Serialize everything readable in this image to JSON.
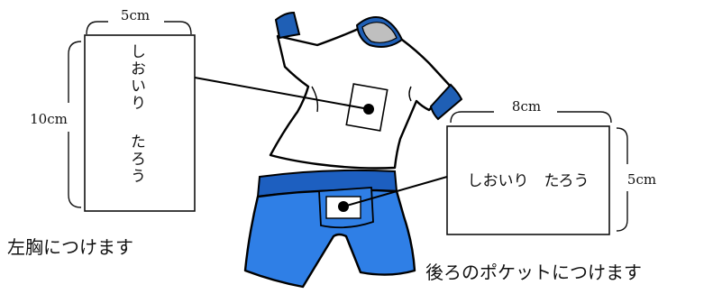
{
  "chest_tag": {
    "width_label": "5cm",
    "height_label": "10cm",
    "name_given": "しおいり",
    "name_family": "たろう",
    "caption": "左胸につけます"
  },
  "pocket_tag": {
    "width_label": "8cm",
    "height_label": "5cm",
    "name": "しおいり　たろう",
    "caption": "後ろのポケットにつけます"
  },
  "colors": {
    "shorts": "#2f7fe6",
    "shorts_dark": "#1d5fc0",
    "shirt_trim": "#1f5fb5",
    "collar_inner": "#bfbfbf",
    "outline": "#000000"
  }
}
